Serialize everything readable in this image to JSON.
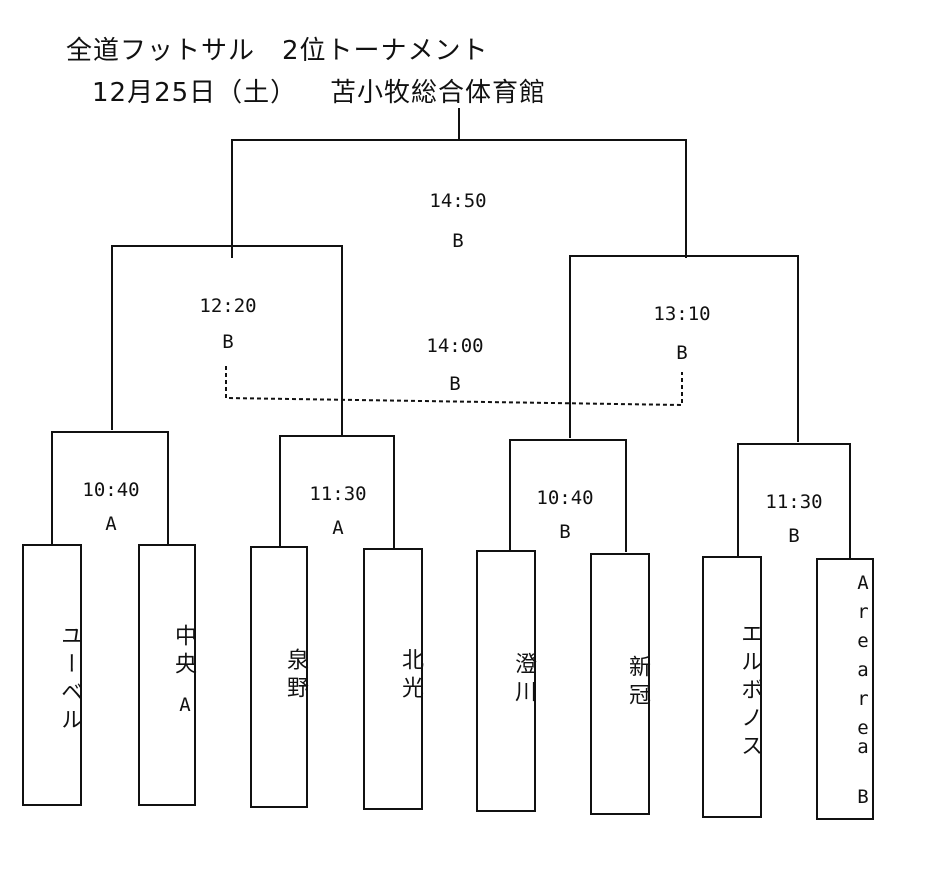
{
  "header": {
    "title": "全道フットサル　2位トーナメント",
    "date": "12月25日（土）",
    "venue": "苫小牧総合体育館"
  },
  "final": {
    "time": "14:50",
    "court": "B"
  },
  "semis": [
    {
      "time": "12:20",
      "court": "B"
    },
    {
      "time": "13:10",
      "court": "B"
    }
  ],
  "third_place": {
    "time": "14:00",
    "court": "B"
  },
  "quarters": [
    {
      "time": "10:40",
      "court": "A"
    },
    {
      "time": "11:30",
      "court": "A"
    },
    {
      "time": "10:40",
      "court": "B"
    },
    {
      "time": "11:30",
      "court": "B"
    }
  ],
  "teams": [
    {
      "name": "ユーベル"
    },
    {
      "name": "中央",
      "suffix": "A"
    },
    {
      "name": "泉野"
    },
    {
      "name": "北光"
    },
    {
      "name": "澄川"
    },
    {
      "name": "新冠"
    },
    {
      "name": "エルボノス"
    },
    {
      "name": "Areare",
      "extra": "a",
      "suffix": "B"
    }
  ]
}
